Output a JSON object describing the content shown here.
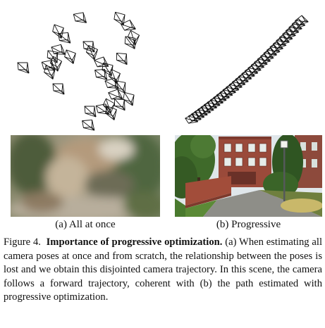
{
  "figure": {
    "panel_a": {
      "label": "(a) All at once"
    },
    "panel_b": {
      "label": "(b) Progressive"
    },
    "caption": {
      "number": "Figure 4.",
      "title": "Importance of progressive optimization.",
      "body": "(a) When estimating all camera poses at once and from scratch, the relationship between the poses is lost and we obtain this disjointed camera trajectory. In this scene, the camera follows a forward trajectory, coherent with (b) the path estimated with progressive optimization."
    }
  },
  "colors": {
    "camera_stroke": "#111111",
    "brick": "#9a4a3a",
    "foliage": "#3f6a2a",
    "sky": "#dfe6ea"
  }
}
